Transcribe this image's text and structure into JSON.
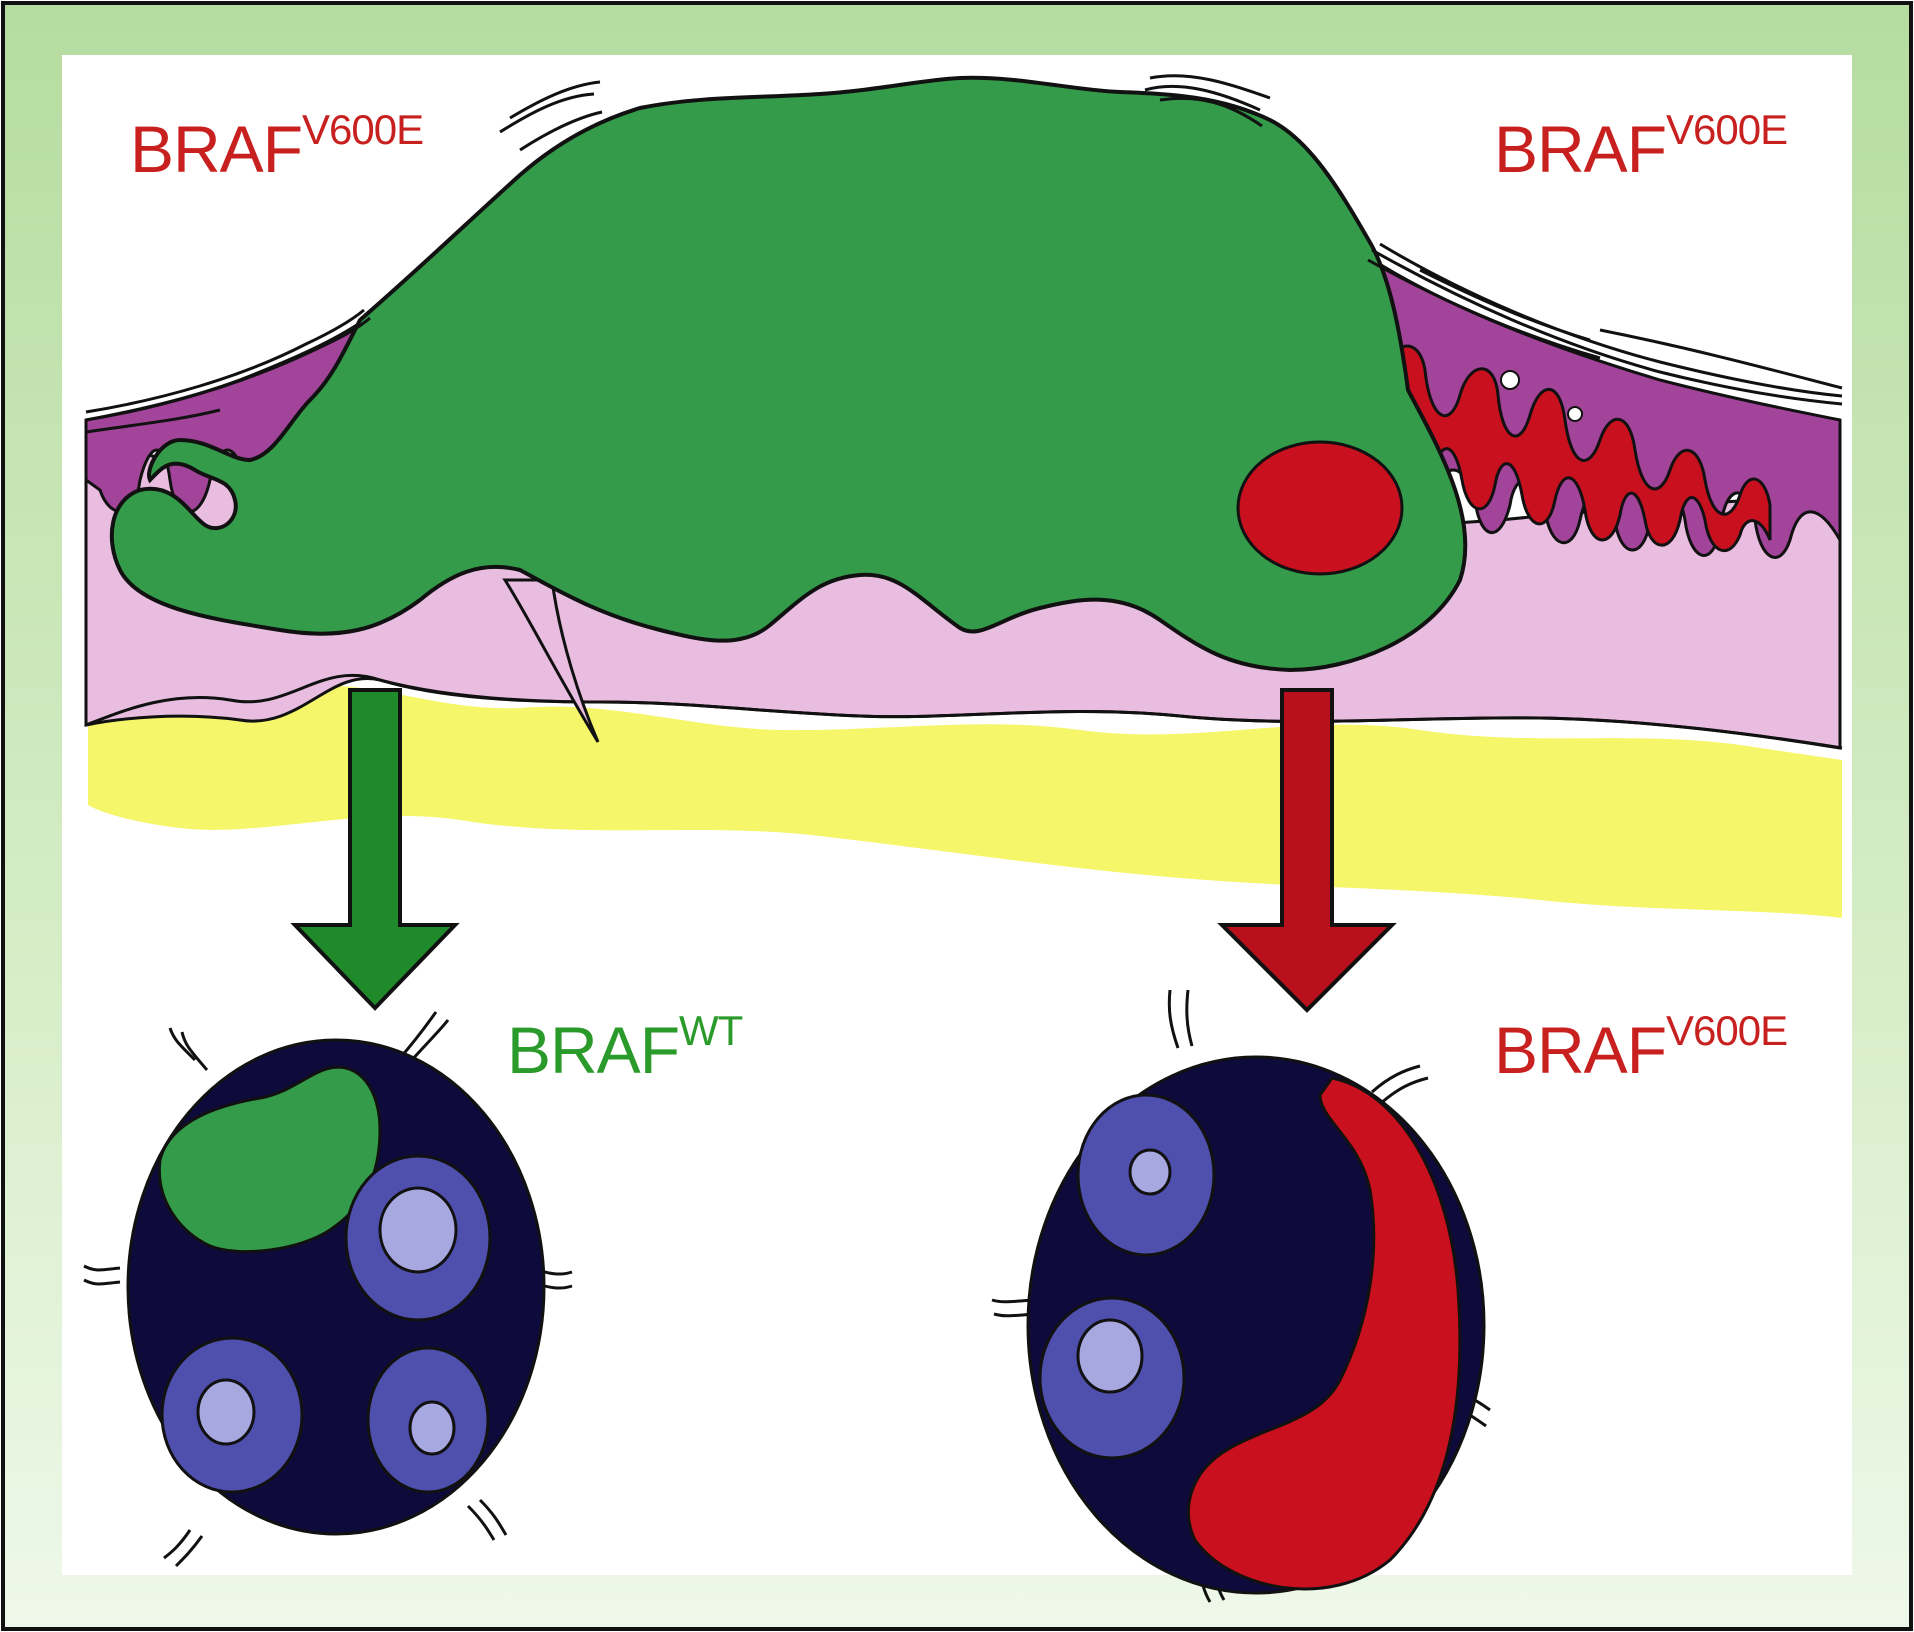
{
  "labels": {
    "top_left": {
      "base": "BRAF",
      "sup": "V600E"
    },
    "top_right": {
      "base": "BRAF",
      "sup": "V600E"
    },
    "bottom_left": {
      "base": "BRAF",
      "sup": "WT"
    },
    "bottom_right": {
      "base": "BRAF",
      "sup": "V600E"
    }
  },
  "colors": {
    "frame_green": "#b5dca0",
    "tumor_green": "#349b4a",
    "mutant_red": "#c8101e",
    "epidermis_magenta": "#a2449a",
    "dermis_pink": "#e8bde0",
    "fat_yellow": "#f6f66a",
    "nodule_navy": "#0e0a3c",
    "nucleus_blue": "#4f4fae",
    "nucleolus_lavender": "#a8a8e0",
    "arrow_green": "#1f8a2a",
    "arrow_red": "#b8101c",
    "label_red": "#c8201f",
    "label_green": "#2a9a2a"
  }
}
